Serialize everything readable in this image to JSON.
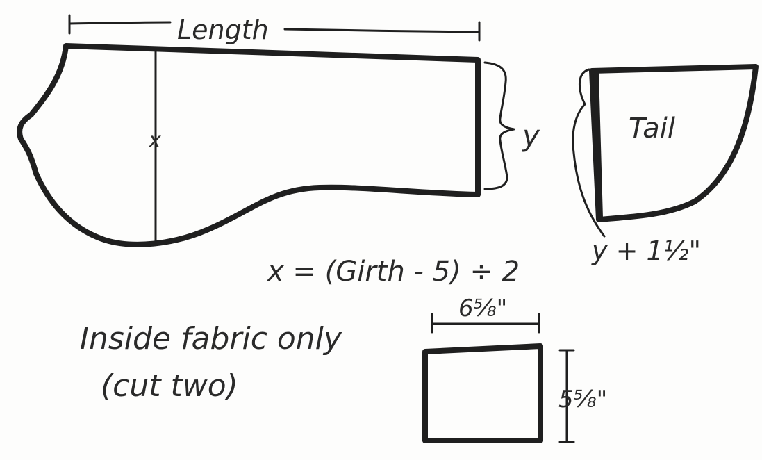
{
  "labels": {
    "length": "Length",
    "x": "x",
    "y": "y",
    "tail": "Tail",
    "tail_width": "y + 1½\"",
    "formula": "x = (Girth - 5) ÷ 2",
    "inside_note_line1": "Inside fabric only",
    "inside_note_line2": "(cut two)",
    "panel_width": "6⅝\"",
    "panel_height": "5⅝\""
  },
  "colors": {
    "ink": "#1f1f1f",
    "paper": "#fdfdfc"
  }
}
